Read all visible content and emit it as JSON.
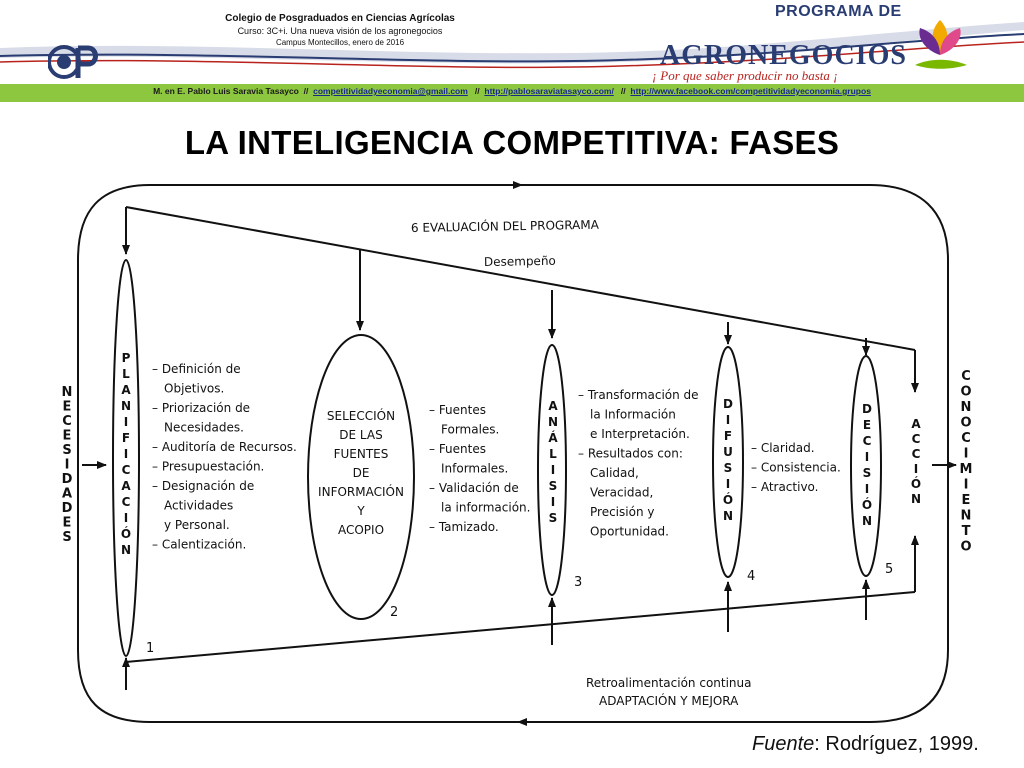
{
  "header": {
    "institution": "Colegio de Posgraduados en Ciencias Agrícolas",
    "course": "Curso: 3C+i. Una nueva visión de los agronegocios",
    "campus": "Campus Montecillos, enero de 2016",
    "logo_cp_text": "CP",
    "program_label": "PROGRAMA DE",
    "program_name": "AGRONEGOCIOS",
    "program_slogan": "¡ Por que saber producir no basta ¡"
  },
  "contact_bar": {
    "author": "M. en E. Pablo Luis Saravia Tasayco",
    "sep": "//",
    "email": "competitividadyeconomia@gmail.com",
    "website": "http://pablosaraviatasayco.com/",
    "facebook": "http://www.facebook.com/competitividadyeconomia.grupos"
  },
  "title": "LA INTELIGENCIA COMPETITIVA: FASES",
  "diagram": {
    "left_label": "NECESIDADES",
    "right_label": "CONOCIMIENTO",
    "evaluation": "6 EVALUACIÓN DEL PROGRAMA",
    "performance": "Desempeño",
    "feedback_1": "Retroalimentación continua",
    "feedback_2": "ADAPTACIÓN Y MEJORA",
    "phase1": "PLANIFICACIÓN",
    "phase1_num": "1",
    "phase1_items": [
      "– Definición de",
      "Objetivos.",
      "– Priorización de",
      "Necesidades.",
      "– Auditoría de Recursos.",
      "– Presupuestación.",
      "– Designación de",
      "Actividades",
      "y Personal.",
      "– Calentización."
    ],
    "phase2_lines": [
      "SELECCIÓN",
      "DE LAS",
      "FUENTES",
      "DE",
      "INFORMACIÓN",
      "Y",
      "ACOPIO"
    ],
    "phase2_num": "2",
    "phase2_items": [
      "– Fuentes",
      "Formales.",
      "– Fuentes",
      "Informales.",
      "– Validación de",
      "la información.",
      "– Tamizado."
    ],
    "phase3": "ANÁLISIS",
    "phase3_num": "3",
    "phase3_items": [
      "– Transformación de",
      "la Información",
      "e Interpretación.",
      "– Resultados con:",
      "Calidad,",
      "Veracidad,",
      "Precisión y",
      "Oportunidad."
    ],
    "phase4": "DIFUSIÓN",
    "phase4_num": "4",
    "phase4_items": [
      "– Claridad.",
      "– Consistencia.",
      "– Atractivo."
    ],
    "phase5": "DECISIÓN",
    "phase5_num": "5",
    "action": "ACCIÓN"
  },
  "source": {
    "label": "Fuente",
    "text": ": Rodríguez, 1999."
  }
}
